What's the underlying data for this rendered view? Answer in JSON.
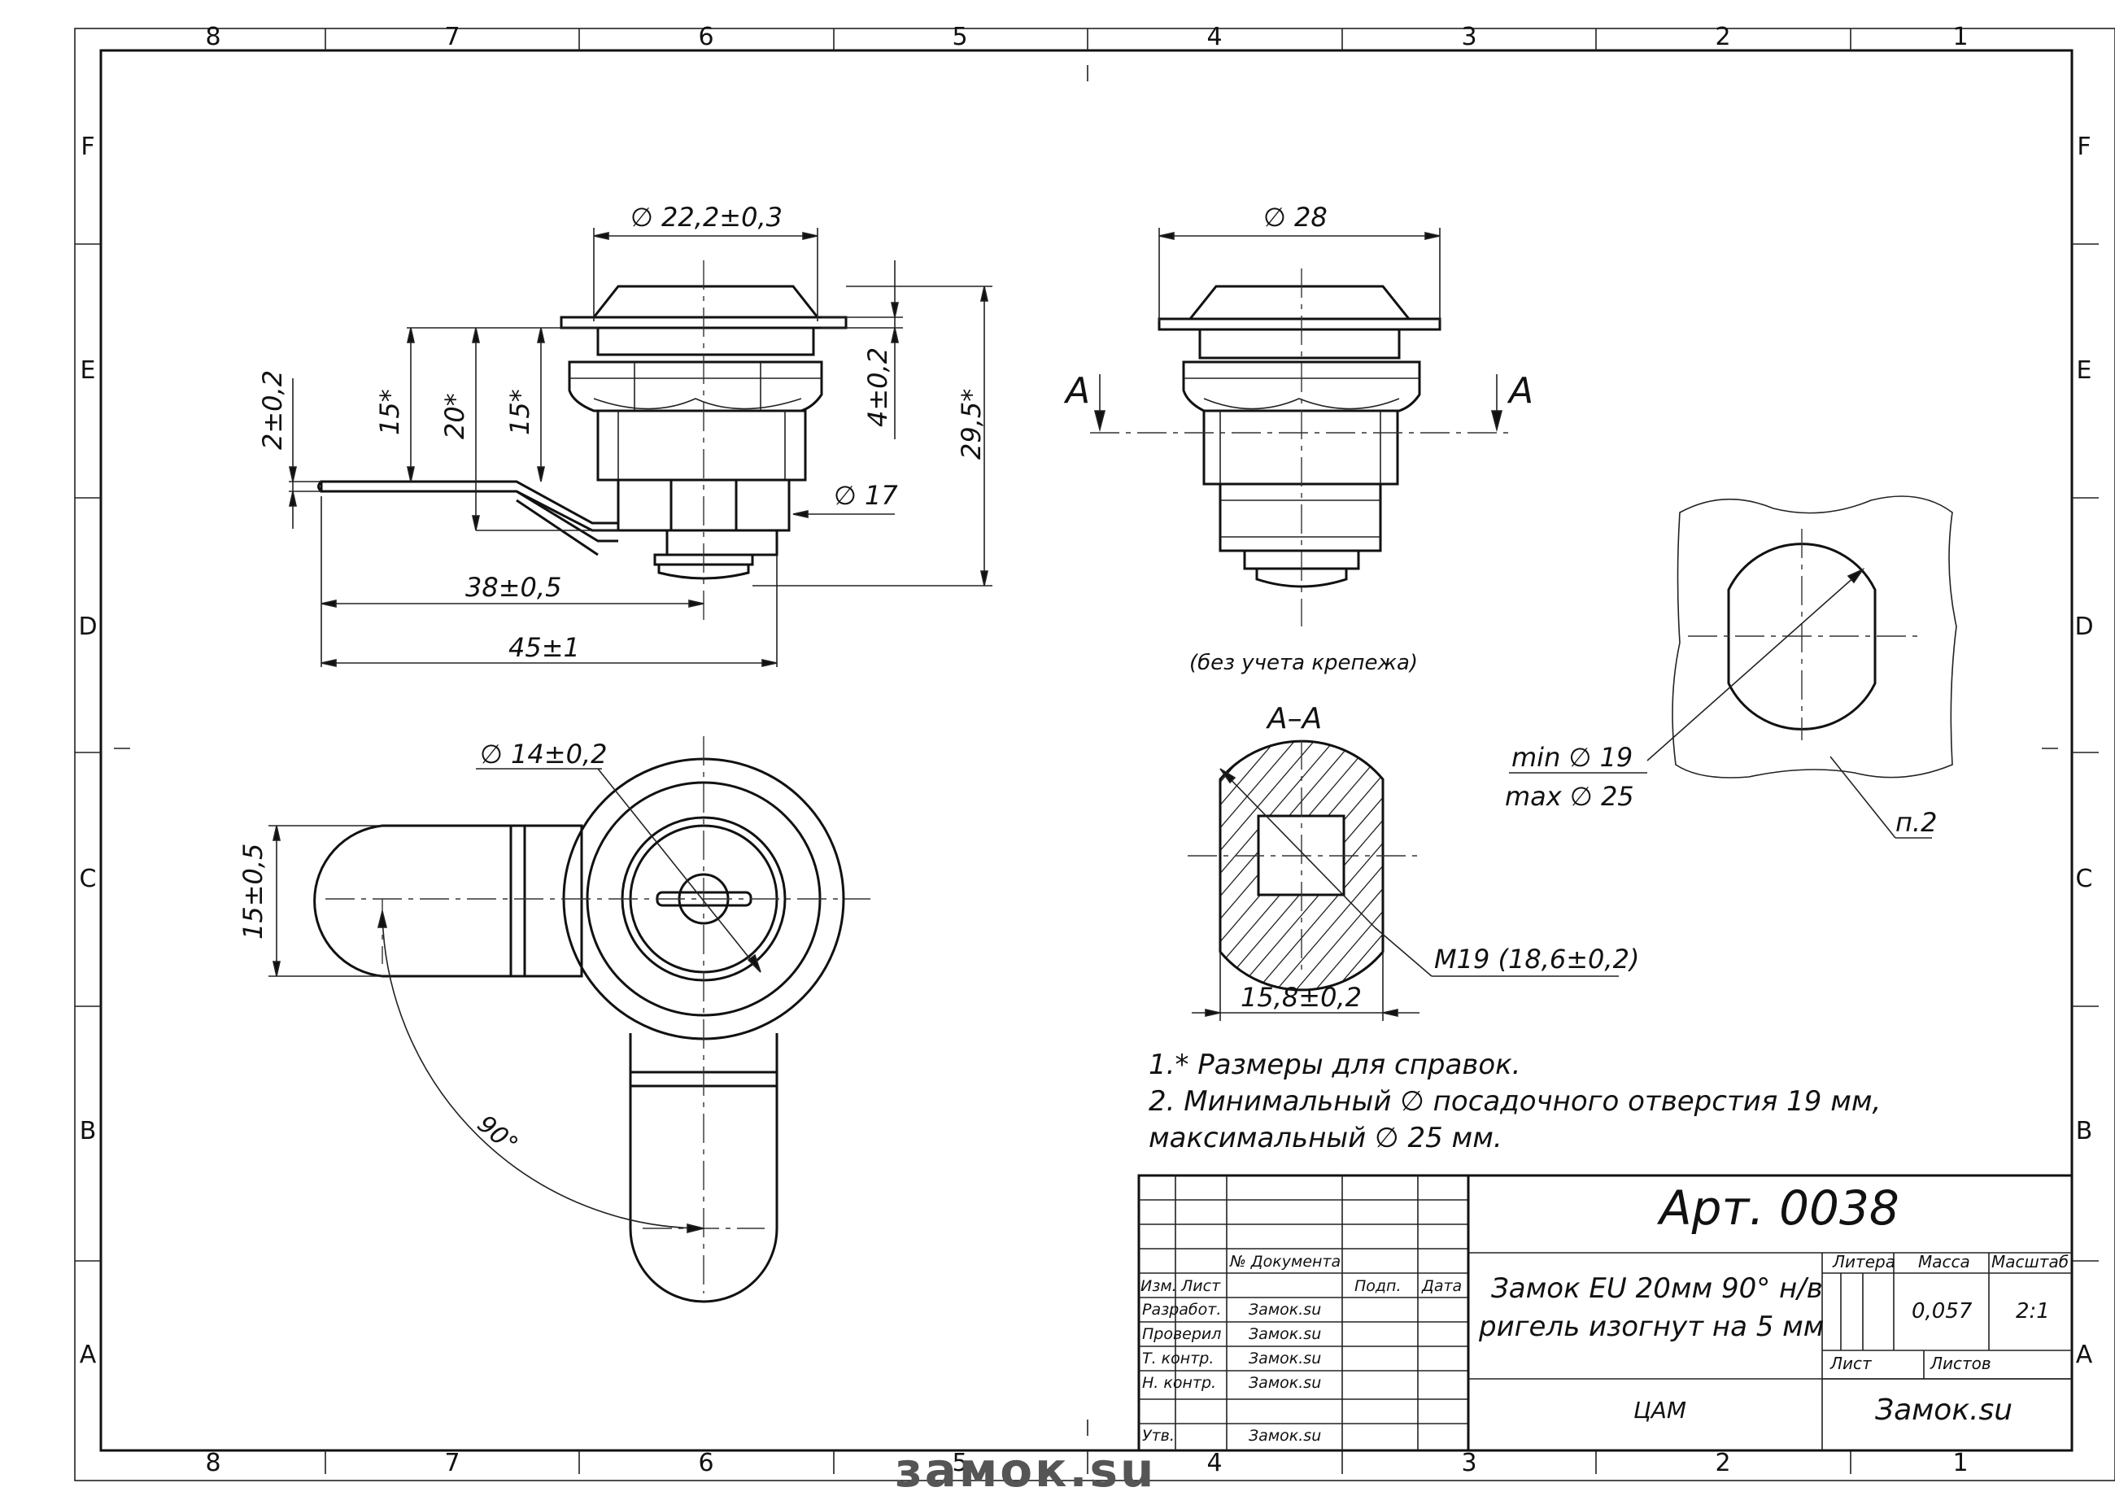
{
  "frame": {
    "col_labels": [
      "8",
      "7",
      "6",
      "5",
      "4",
      "3",
      "2",
      "1"
    ],
    "row_labels": [
      "F",
      "E",
      "D",
      "C",
      "B",
      "A"
    ]
  },
  "dims": {
    "d_top_flange": "∅ 22,2±0,3",
    "d_right_flange": "∅ 28",
    "d_17": "∅ 17",
    "v_2": "2±0,2",
    "v_15a": "15*",
    "v_20": "20*",
    "v_15b": "15*",
    "v_4": "4±0,2",
    "v_295": "29,5*",
    "h_38": "38±0,5",
    "h_45": "45±1",
    "note_no_fastener": "(без учета крепежа)",
    "d_14": "∅ 14±0,2",
    "v_15_5": "15±0,5",
    "angle_90": "90°",
    "section_label": "А–А",
    "cut_a_left": "А",
    "cut_a_right": "А",
    "m19": "М19 (18,6±0,2)",
    "h_158": "15,8±0,2",
    "min19": "min ∅ 19",
    "max25": "max ∅ 25",
    "p2": "п.2"
  },
  "notes": [
    "1.* Размеры для справок.",
    "2. Минимальный ∅ посадочного отверстия 19 мм,",
    "максимальный ∅  25 мм."
  ],
  "title_block": {
    "article": "Арт. 0038",
    "name_line1": "Замок EU 20мм 90° н/в",
    "name_line2": "ригель изогнут на 5 мм",
    "litera_hdr": "Литера",
    "mass_hdr": "Масса",
    "scale_hdr": "Масштаб",
    "mass": "0,057",
    "scale": "2:1",
    "sheet_hdr": "Лист",
    "sheets_hdr": "Листов",
    "org": "ЦАМ",
    "company": "Замок.su",
    "doc_no_hdr": "№ Документа",
    "izm_hdr": "Изм.",
    "list_hdr": "Лист",
    "sign_hdr": "Подп.",
    "date_hdr": "Дата",
    "roles": [
      {
        "role": "Разработ.",
        "name": "Замок.su"
      },
      {
        "role": "Проверил",
        "name": "Замок.su"
      },
      {
        "role": "Т. контр.",
        "name": "Замок.su"
      },
      {
        "role": "Н. контр.",
        "name": "Замок.su"
      },
      {
        "role": "",
        "name": ""
      },
      {
        "role": "Утв.",
        "name": "Замок.su"
      }
    ]
  },
  "watermark": "замок.su",
  "colors": {
    "line": "#111111",
    "watermark_gray": "#555555",
    "watermark_red": "#d23a2a"
  }
}
